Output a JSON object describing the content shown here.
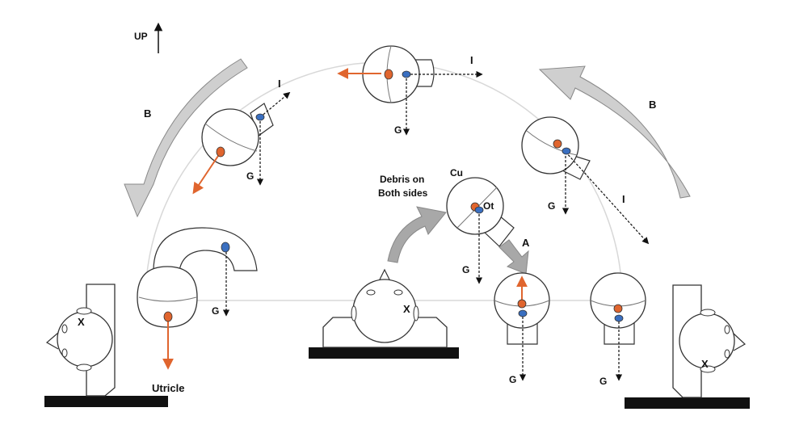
{
  "labels": {
    "up": "UP",
    "b_left": "B",
    "b_right": "B",
    "i_top": "I",
    "i_left": "I",
    "i_right": "I",
    "g_top": "G",
    "g_left": "G",
    "g_utricle": "G",
    "g_center": "G",
    "g_right_upper": "G",
    "g_bottom1": "G",
    "g_bottom2": "G",
    "cu": "Cu",
    "ot": "Ot",
    "debris_line1": "Debris on",
    "debris_line2": "Both sides",
    "a": "A",
    "utricle": "Utricle",
    "x_center": "X",
    "x_left": "X",
    "x_right": "X"
  },
  "colors": {
    "otolith_orange": "#e0652e",
    "otolith_blue": "#3a6fc0",
    "arrow_gray": "#c8c8c8",
    "outline": "#333333",
    "table_black": "#111111",
    "orbit_line": "#d8d8d8"
  }
}
